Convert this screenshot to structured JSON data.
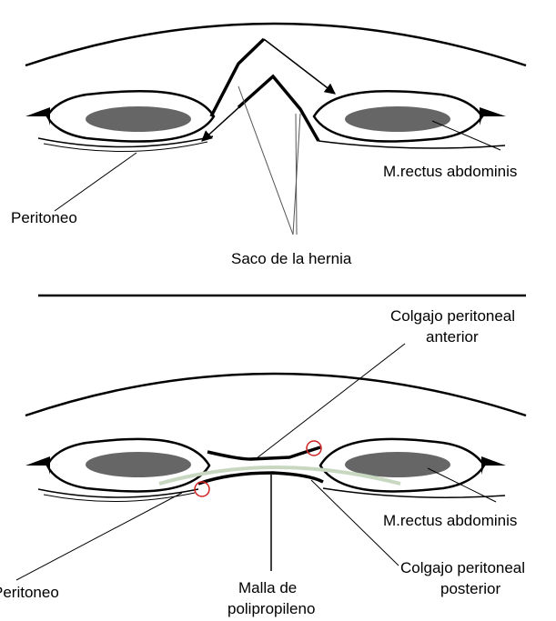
{
  "top_panel": {
    "label_rectus": "M.rectus abdominis",
    "label_peritoneo": "Peritoneo",
    "label_saco": "Saco de la hernia"
  },
  "bottom_panel": {
    "label_colgajo_anterior_1": "Colgajo peritoneal",
    "label_colgajo_anterior_2": "anterior",
    "label_rectus": "M.rectus abdominis",
    "label_peritoneo": "Peritoneo",
    "label_malla_1": "Malla de",
    "label_malla_2": "polipropileno",
    "label_colgajo_posterior_1": "Colgajo peritoneal",
    "label_colgajo_posterior_2": "posterior"
  },
  "colors": {
    "line": "#000000",
    "muscle_fill": "#666666",
    "mesh": "#c8d8c0",
    "marker_circle": "#d02020"
  }
}
